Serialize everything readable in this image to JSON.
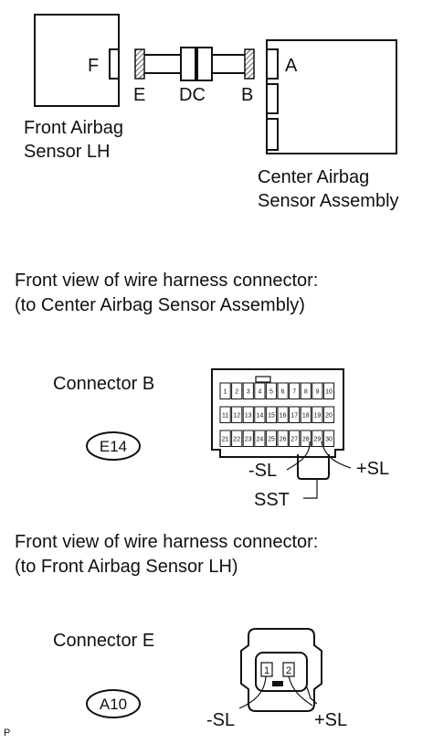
{
  "top": {
    "front_sensor": {
      "name_line1": "Front Airbag",
      "name_line2": "Sensor LH",
      "port": "F"
    },
    "center_sensor": {
      "name_line1": "Center Airbag",
      "name_line2": "Sensor Assembly",
      "port": "A"
    },
    "harness_labels": {
      "e": "E",
      "dc": "DC",
      "b": "B"
    }
  },
  "section1": {
    "heading_line1": "Front view of wire harness connector:",
    "heading_line2": "(to Center Airbag Sensor Assembly)",
    "connector_label": "Connector B",
    "connector_code": "E14",
    "pins_row1": [
      "1",
      "2",
      "3",
      "4",
      "5",
      "6",
      "7",
      "8",
      "9",
      "10"
    ],
    "pins_row2": [
      "11",
      "12",
      "13",
      "14",
      "15",
      "16",
      "17",
      "18",
      "19",
      "20"
    ],
    "pins_row3": [
      "21",
      "22",
      "23",
      "24",
      "25",
      "26",
      "27",
      "28",
      "29",
      "30"
    ],
    "minus_label": "-SL",
    "plus_label": "+SL",
    "sst_label": "SST"
  },
  "section2": {
    "heading_line1": "Front view of wire harness connector:",
    "heading_line2": "(to Front Airbag Sensor LH)",
    "connector_label": "Connector E",
    "connector_code": "A10",
    "pins": [
      "1",
      "2"
    ],
    "minus_label": "-SL",
    "plus_label": "+SL"
  },
  "corner_mark": "P"
}
